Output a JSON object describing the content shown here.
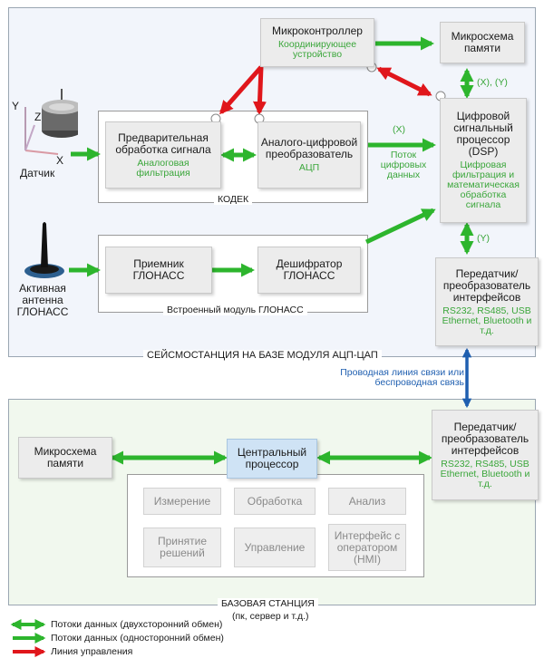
{
  "top_region": {
    "caption": "СЕЙСМОСТАНЦИЯ НА БАЗЕ МОДУЛЯ АЦП-ЦАП"
  },
  "codec": {
    "caption": "КОДЕК"
  },
  "glonass_module": {
    "caption": "Встроенный модуль ГЛОНАСС"
  },
  "mcu": {
    "title": "Микроконтроллер",
    "sub": "Координирующее устройство"
  },
  "mem_top": {
    "title": "Микросхема памяти"
  },
  "dsp": {
    "title": "Цифровой сигнальный процессор (DSP)",
    "sub": "Цифровая фильтрация и математическая обработка сигнала"
  },
  "preproc": {
    "title": "Предварительная обработка сигнала",
    "sub": "Аналоговая фильтрация"
  },
  "adc": {
    "title": "Аналого-цифровой преобразователь",
    "sub": "АЦП"
  },
  "sensor": {
    "label": "Датчик",
    "axis_x": "X",
    "axis_y": "Y",
    "axis_z": "Z"
  },
  "antenna": {
    "label": "Активная антенна ГЛОНАСС"
  },
  "receiver": {
    "title": "Приемник ГЛОНАСС"
  },
  "decoder": {
    "title": "Дешифратор ГЛОНАСС"
  },
  "tx_top": {
    "title": "Передатчик/ преобразователь интерфейсов",
    "sub": "RS232, RS485, USB Ethernet, Bluetooth и т.д."
  },
  "flow": {
    "x": "(X)",
    "xy": "(X), (Y)",
    "y": "(Y)",
    "stream": "Поток цифровых данных"
  },
  "link": {
    "text": "Проводная линия связи или беспроводная связь"
  },
  "base": {
    "caption": "БАЗОВАЯ СТАНЦИЯ",
    "caption2": "(пк, сервер и т.д.)"
  },
  "mem_base": {
    "title": "Микросхема памяти"
  },
  "cpu": {
    "title": "Центральный процессор"
  },
  "tx_base": {
    "title": "Передатчик/ преобразователь интерфейсов",
    "sub": "RS232, RS485, USB Ethernet, Bluetooth и т.д."
  },
  "functions": [
    "Измерение",
    "Обработка",
    "Анализ",
    "Принятие решений",
    "Управление",
    "Интерфейс с оператором (HMI)"
  ],
  "legend": [
    {
      "text": "Потоки данных (двухсторонний обмен)",
      "color": "#2db52d"
    },
    {
      "text": "Потоки данных (односторонний обмен)",
      "color": "#2db52d"
    },
    {
      "text": "Линия управления",
      "color": "#e0161b"
    }
  ],
  "colors": {
    "green": "#2db52d",
    "red": "#e0161b",
    "blue": "#1f5fb0",
    "cpu_fill": "#cfe3f5",
    "base_fill": "#f1f8ee"
  }
}
